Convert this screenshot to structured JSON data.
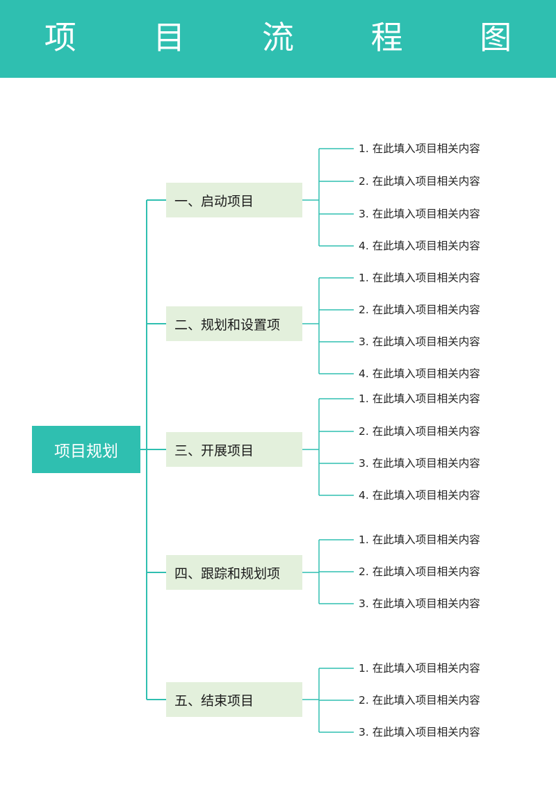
{
  "title": "项 目 流 程 图",
  "root": "项目规划",
  "colors": {
    "accent": "#2fbfb0",
    "branch_bg": "#e3f0dc",
    "line": "#2fbfb0"
  },
  "branches": [
    {
      "label": "一、启动项目",
      "items": [
        "1. 在此填入项目相关内容",
        "2. 在此填入项目相关内容",
        "3. 在此填入项目相关内容",
        "4. 在此填入项目相关内容"
      ]
    },
    {
      "label": "二、规划和设置项",
      "items": [
        "1. 在此填入项目相关内容",
        "2. 在此填入项目相关内容",
        "3. 在此填入项目相关内容",
        "4. 在此填入项目相关内容"
      ]
    },
    {
      "label": "三、开展项目",
      "items": [
        "1. 在此填入项目相关内容",
        "2. 在此填入项目相关内容",
        "3. 在此填入项目相关内容",
        "4. 在此填入项目相关内容"
      ]
    },
    {
      "label": "四、跟踪和规划项",
      "items": [
        "1. 在此填入项目相关内容",
        "2. 在此填入项目相关内容",
        "3. 在此填入项目相关内容"
      ]
    },
    {
      "label": "五、结束项目",
      "items": [
        "1. 在此填入项目相关内容",
        "2. 在此填入项目相关内容",
        "3. 在此填入项目相关内容"
      ]
    }
  ]
}
